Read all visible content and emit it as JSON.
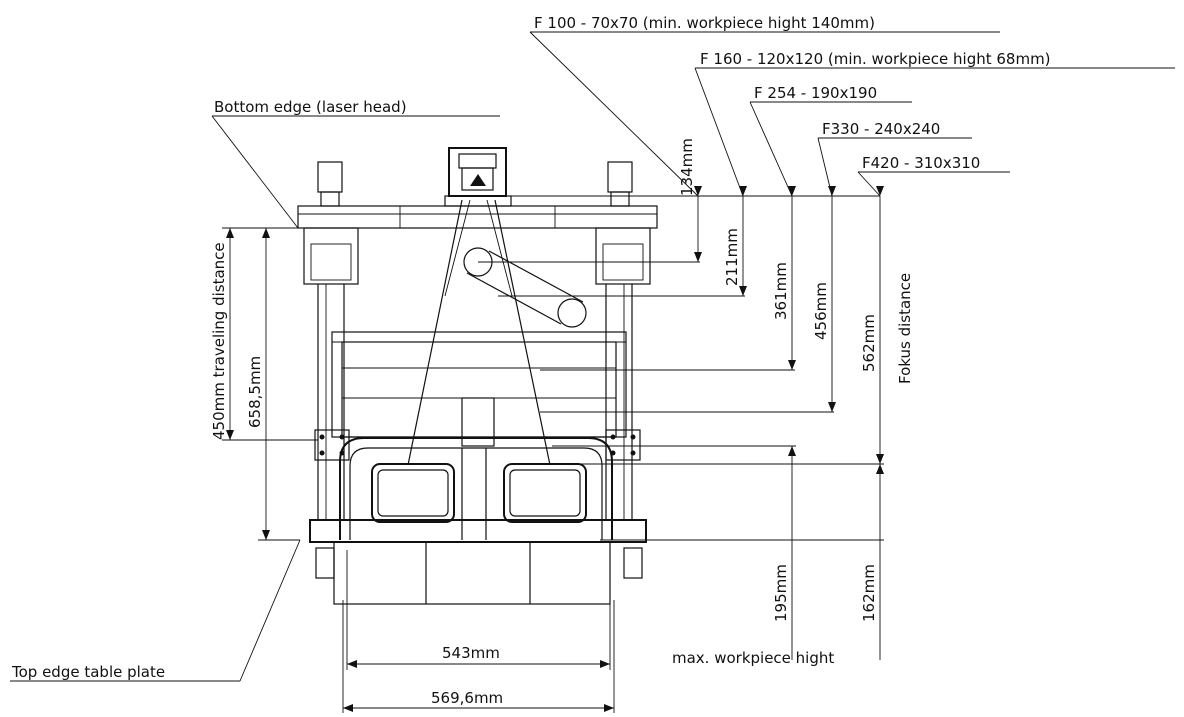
{
  "callouts": {
    "f100": "F 100 - 70x70 (min. workpiece hight 140mm)",
    "f160": "F 160 - 120x120 (min. workpiece hight 68mm)",
    "f254": "F 254 - 190x190",
    "f330": "F330 - 240x240",
    "f420": "F420 - 310x310",
    "bottom_edge": "Bottom edge (laser head)",
    "top_edge": "Top edge table plate",
    "max_workpiece": "max. workpiece hight"
  },
  "dimensions": {
    "d134": "134mm",
    "d211": "211mm",
    "d361": "361mm",
    "d456": "456mm",
    "d562": "562mm",
    "fokus": "Fokus distance",
    "travel": "450mm traveling distance",
    "d658": "658,5mm",
    "d195": "195mm",
    "d162": "162mm",
    "d543": "543mm",
    "d569": "569,6mm"
  }
}
